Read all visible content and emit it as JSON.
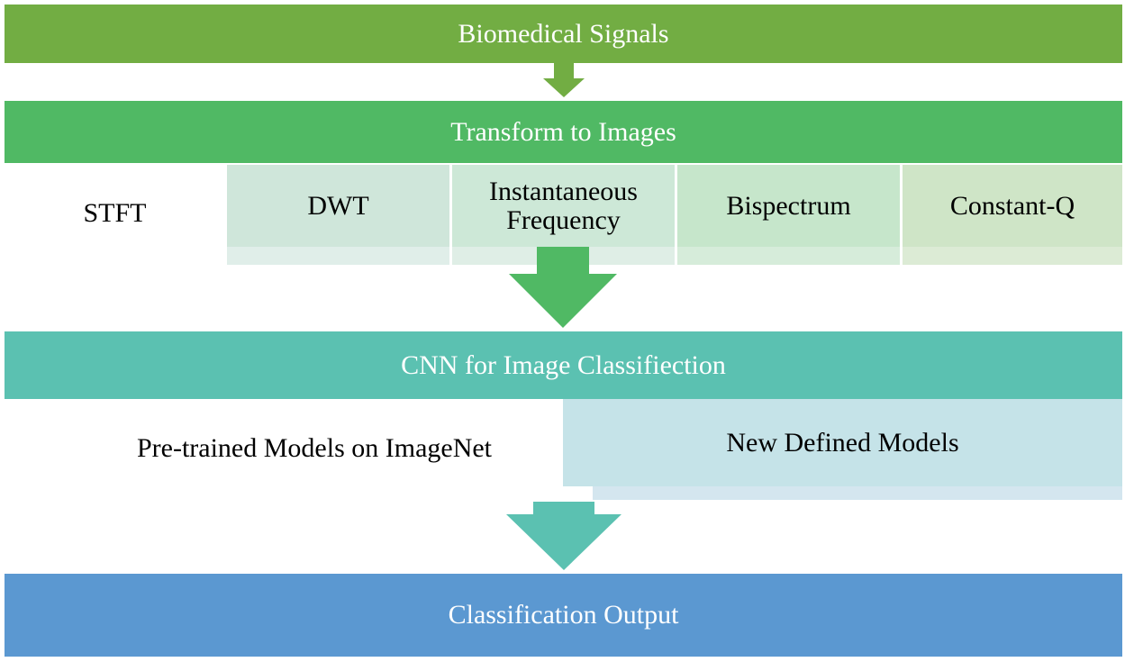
{
  "colors": {
    "signals": "#72ad43",
    "transform": "#50b964",
    "cnn": "#5bc1b1",
    "output": "#5b98d1",
    "dwt": "#cfe6da",
    "instantaneous": "#cde8d7",
    "bispectrum": "#c6e6cb",
    "constantq": "#cfe5c7",
    "new_models": "#c5e3e8"
  },
  "stages": {
    "signals": "Biomedical Signals",
    "transform": "Transform to Images",
    "cnn": "CNN for Image Classifiection",
    "output": "Classification Output"
  },
  "transforms": {
    "stft": "STFT",
    "dwt": "DWT",
    "instantaneous_line1": "Instantaneous",
    "instantaneous_line2": "Frequency",
    "bispectrum": "Bispectrum",
    "constantq": "Constant-Q"
  },
  "models": {
    "pretrained": "Pre-trained Models on ImageNet",
    "new_defined": "New Defined Models"
  }
}
